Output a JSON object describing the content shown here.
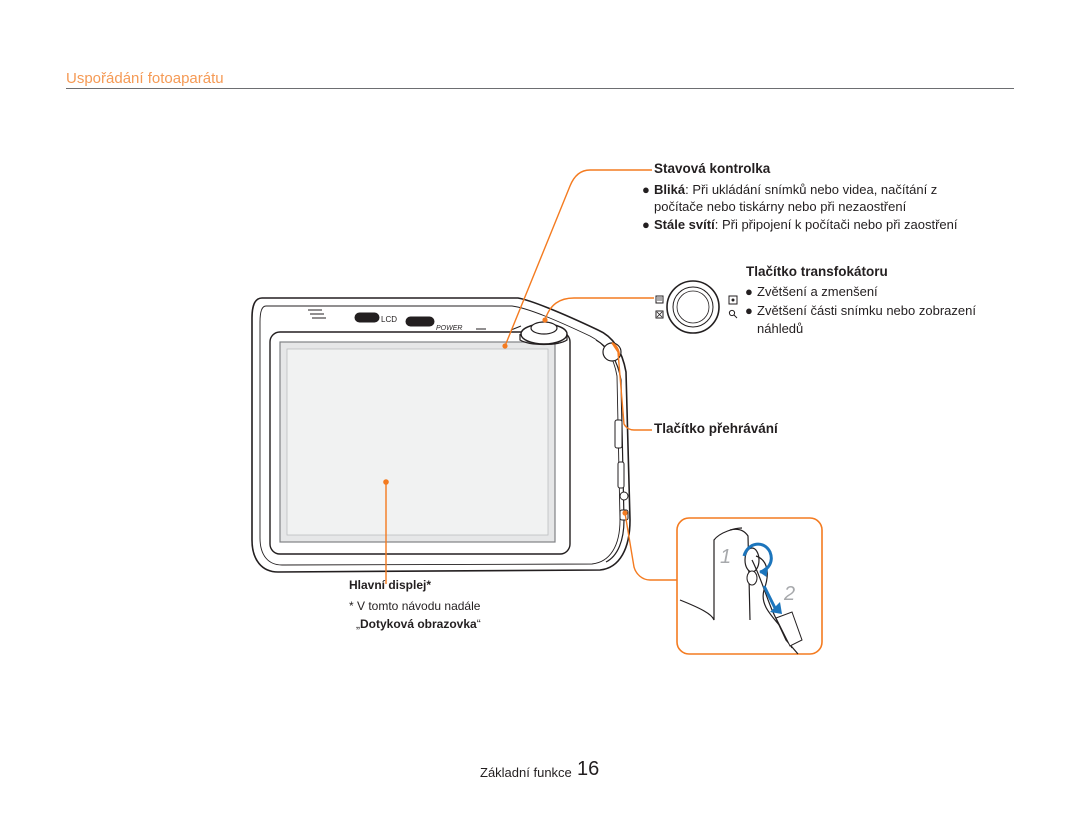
{
  "page": {
    "section_title": "Uspořádání fotoaparátu",
    "footer_label": "Základní funkce",
    "footer_page": "16"
  },
  "camera": {
    "lcd_label": "LCD",
    "power_label": "POWER"
  },
  "callouts": {
    "status_lamp": {
      "title": "Stavová kontrolka",
      "items": [
        {
          "term": "Bliká",
          "sep": ": ",
          "text": "Při ukládání snímků nebo videa, načítání z",
          "text2": "počítače nebo tiskárny nebo při nezaostření"
        },
        {
          "term": "Stále svítí",
          "sep": ": ",
          "text": "Při připojení k počítači nebo při zaostření"
        }
      ]
    },
    "zoom": {
      "title": "Tlačítko transfokátoru",
      "items": [
        "Zvětšení a zmenšení",
        "Zvětšení části snímku nebo zobrazení",
        "náhledů"
      ]
    },
    "playback": {
      "title": "Tlačítko přehrávání"
    },
    "display": {
      "title": "Hlavní displej*",
      "note": "* V tomto návodu nadále",
      "note2_open": "„",
      "note2_term": "Dotyková obrazovka",
      "note2_close": "“"
    },
    "strap": {
      "step1": "1",
      "step2": "2"
    }
  },
  "colors": {
    "accent": "#f47b20",
    "title": "#f59a55",
    "rule": "#6d6e71",
    "arrow": "#1c75bc"
  }
}
